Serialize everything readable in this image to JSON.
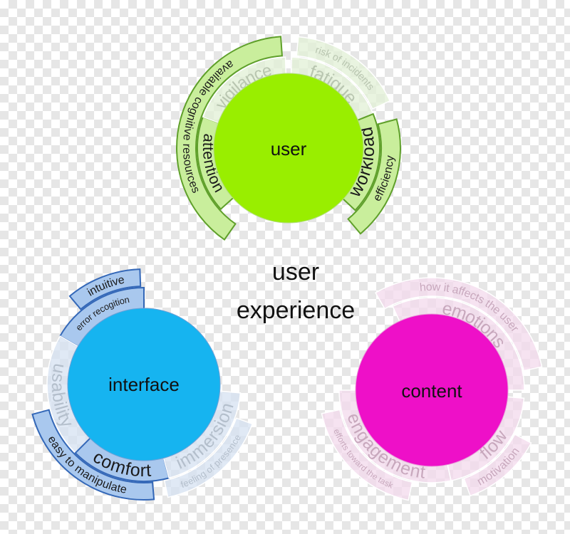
{
  "center": {
    "line1": "user",
    "line2": "experience"
  },
  "clusters": [
    {
      "id": "user",
      "label": "user",
      "fill": "#99ee00",
      "ring_active": "#c9ee9c",
      "ring_faded": "#e2f0d6",
      "stroke": "#5fa02a",
      "text_active": "#1a1a1a",
      "text_faded": "#b9c6b0",
      "inner_segments": [
        {
          "label": "attention",
          "state": "active"
        },
        {
          "label": "vigilance",
          "state": "faded"
        },
        {
          "label": "fatigue",
          "state": "faded"
        },
        {
          "label": "workload",
          "state": "active"
        }
      ],
      "outer_segments": [
        {
          "label": "available cognitive resources",
          "state": "active"
        },
        {
          "label": "risk of incidents",
          "state": "faded"
        },
        {
          "label": "efficiency",
          "state": "active"
        }
      ]
    },
    {
      "id": "interface",
      "label": "interface",
      "fill": "#16b4f0",
      "ring_active": "#a9c8ee",
      "ring_faded": "#d6e2f1",
      "stroke": "#3468b8",
      "text_active": "#1a1a1a",
      "text_faded": "#b4bfcc",
      "inner_segments": [
        {
          "label": "error recogition",
          "state": "active"
        },
        {
          "label": "usability",
          "state": "faded"
        },
        {
          "label": "comfort",
          "state": "active"
        },
        {
          "label": "immersion",
          "state": "faded"
        }
      ],
      "outer_segments": [
        {
          "label": "intuitive",
          "state": "active"
        },
        {
          "label": "easy to manipulate",
          "state": "active"
        },
        {
          "label": "feeling of presence",
          "state": "faded"
        }
      ]
    },
    {
      "id": "content",
      "label": "content",
      "fill": "#ee10c8",
      "ring_active": "#f3cde8",
      "ring_faded": "#f3d9ec",
      "stroke": "#dcaacb",
      "text_active": "#c8a8bd",
      "text_faded": "#c8a8bd",
      "inner_segments": [
        {
          "label": "emotions",
          "state": "faded"
        },
        {
          "label": "engagement",
          "state": "faded"
        },
        {
          "label": "flow",
          "state": "faded"
        }
      ],
      "outer_segments": [
        {
          "label": "how it affects the user",
          "state": "faded"
        },
        {
          "label": "efforts toward the task",
          "state": "faded"
        },
        {
          "label": "motivation",
          "state": "faded"
        }
      ]
    }
  ]
}
